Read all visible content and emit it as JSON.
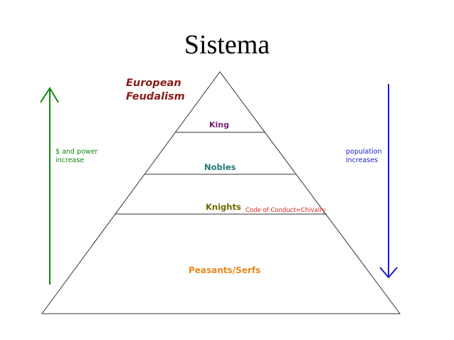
{
  "slide": {
    "title": "Sistema"
  },
  "diagram": {
    "heading": [
      "European",
      "Feudalism"
    ],
    "tiers": [
      {
        "label": "King"
      },
      {
        "label": "Nobles"
      },
      {
        "label": "Knights",
        "note": "Code of Conduct=Chivalry"
      },
      {
        "label": "Peasants/Serfs"
      }
    ],
    "left_arrow": {
      "text": [
        "$ and power",
        "increase"
      ],
      "direction": "up"
    },
    "right_arrow": {
      "text": [
        "population",
        "increases"
      ],
      "direction": "down"
    }
  },
  "colors": {
    "heading": "#8b1a1a",
    "king": "#7a1a7a",
    "nobles": "#1f7a7a",
    "knights": "#6b6b00",
    "knights_note": "#e02020",
    "peasants": "#e88a1a",
    "left_arrow": "#118811",
    "right_arrow": "#1a1acc",
    "outline": "#333333"
  }
}
